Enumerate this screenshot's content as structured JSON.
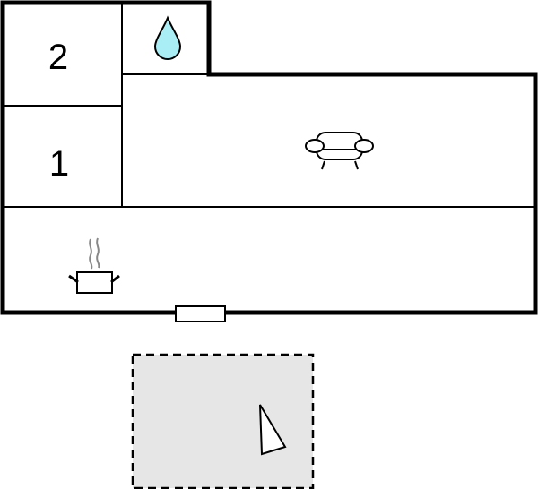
{
  "floorplan": {
    "rooms": [
      {
        "id": "bedroom-2",
        "label": "2"
      },
      {
        "id": "bedroom-1",
        "label": "1"
      },
      {
        "id": "bathroom",
        "icon": "water-drop-icon"
      },
      {
        "id": "living-room",
        "icon": "sofa-icon"
      },
      {
        "id": "kitchen",
        "icon": "cooking-pot-icon"
      },
      {
        "id": "terrace",
        "icon": "compass-arrow-icon"
      }
    ],
    "colors": {
      "wall": "#000000",
      "water_drop": "#aaeef5",
      "terrace_fill": "#e6e6e6",
      "steam": "#888888"
    }
  }
}
